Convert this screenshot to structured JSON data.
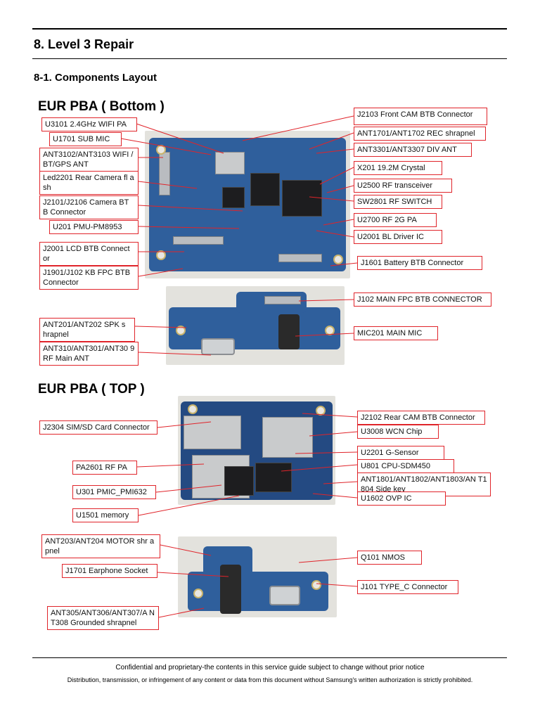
{
  "section_title": "8. Level 3 Repair",
  "sub_title": "8-1. Components Layout",
  "bottom": {
    "heading": "EUR PBA ( Bottom )",
    "labels": [
      "U3101 2.4GHz WIFI PA",
      "U1701  SUB MIC",
      "ANT3102/ANT3103 WIFI /BT/GPS ANT",
      "Led2201 Rear Camera fl ash",
      "J2101/J2106 Camera BT B Connector",
      "U201 PMU-PM8953",
      "J2001 LCD BTB Connect or",
      "J1901/J102 KB FPC BTB Connector",
      "J2103 Front CAM BTB Connector",
      "ANT1701/ANT1702 REC shrapnel",
      "ANT3301/ANT3307 DIV ANT",
      "X201 19.2M Crystal",
      "U2500  RF transceiver",
      "SW2801  RF SWITCH",
      "U2700  RF 2G PA",
      "U2001  BL Driver IC",
      "J1601 Battery BTB Connector",
      "J102 MAIN FPC BTB CONNECTOR",
      "ANT201/ANT202  SPK s hrapnel",
      "MIC201 MAIN MIC",
      "ANT310/ANT301/ANT30 9 RF Main ANT"
    ]
  },
  "top": {
    "heading": "EUR PBA ( TOP )",
    "labels": [
      "J2304 SIM/SD Card Connector",
      "PA2601 RF PA",
      "U301 PMIC_PMI632",
      "U1501  memory",
      "J2102 Rear CAM BTB Connector",
      "U3008 WCN Chip",
      "U2201 G-Sensor",
      "U801  CPU-SDM450",
      "ANT1801/ANT1802/ANT1803/AN T1804 Side key",
      "U1602  OVP IC",
      "ANT203/ANT204 MOTOR shr apnel",
      "J1701 Earphone Socket",
      "ANT305/ANT306/ANT307/A NT308  Grounded shrapnel",
      "Q101  NMOS",
      "J101  TYPE_C  Connector"
    ]
  },
  "footer": {
    "line1": "Confidential and proprietary-the contents in this service guide subject to change without prior notice",
    "line2": "Distribution, transmission, or infringement of any content or data from this document without Samsung's written authorization is strictly prohibited."
  }
}
